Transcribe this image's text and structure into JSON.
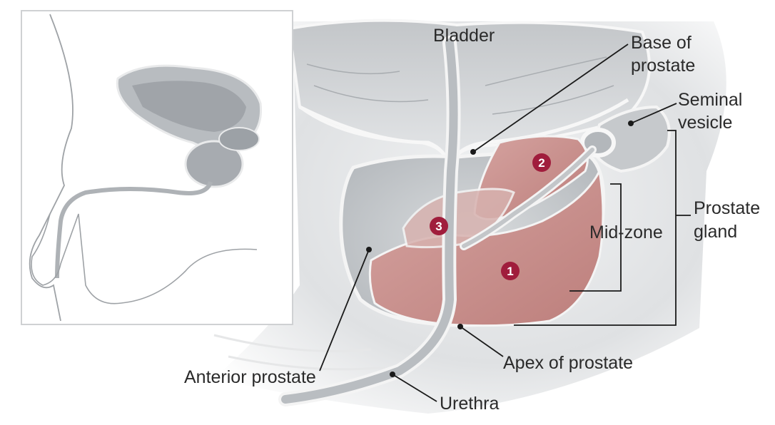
{
  "labels": {
    "bladder": "Bladder",
    "base_of_prostate_1": "Base of",
    "base_of_prostate_2": "prostate",
    "seminal_vesicle_1": "Seminal",
    "seminal_vesicle_2": "vesicle",
    "prostate_gland_1": "Prostate",
    "prostate_gland_2": "gland",
    "mid_zone": "Mid-zone",
    "anterior_prostate": "Anterior prostate",
    "apex_of_prostate": "Apex of prostate",
    "urethra": "Urethra"
  },
  "zones": [
    "1",
    "2",
    "3"
  ],
  "colors": {
    "tissue_pink": "#c98f8c",
    "tissue_grey": "#c9ccce",
    "marker_red": "#a01d3c",
    "outline": "#f4f4f4"
  }
}
